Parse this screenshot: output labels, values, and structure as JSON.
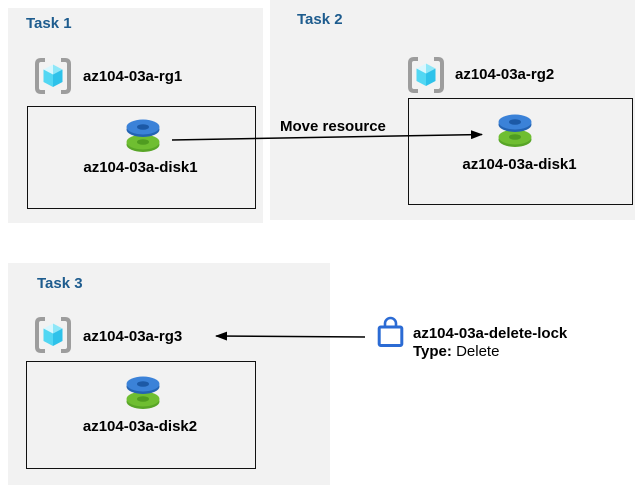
{
  "diagram": {
    "tasks": [
      {
        "title": "Task 1",
        "resource_group": "az104-03a-rg1",
        "resource": "az104-03a-disk1"
      },
      {
        "title": "Task 2",
        "resource_group": "az104-03a-rg2",
        "resource": "az104-03a-disk1"
      },
      {
        "title": "Task 3",
        "resource_group": "az104-03a-rg3",
        "resource": "az104-03a-disk2"
      }
    ],
    "move_arrow": {
      "label": "Move resource"
    },
    "lock": {
      "name": "az104-03a-delete-lock",
      "type_label": "Type:",
      "type_value": "Delete"
    }
  },
  "icons": {
    "resource_group": "resource-group-icon",
    "disk": "disk-icon",
    "lock": "lock-icon",
    "arrow": "arrow-icon"
  },
  "colors": {
    "panel_bg": "#f2f2f2",
    "task_title_blue": "#1e5c8e",
    "box_border": "#111111",
    "arrow": "#000000",
    "lock_blue": "#2b6bd4",
    "bracket_gray": "#9d9d9d",
    "cube_top_light": "#d8f7fe",
    "cube_top_mid": "#8ee7f8",
    "cube_left": "#52d7f3",
    "cube_right": "#2ec2ea",
    "disk_blue_top": "#3b82d8",
    "disk_blue_side": "#2363b2",
    "disk_blue_hole": "#1c59a6",
    "disk_green_top": "#6fbe31",
    "disk_green_side": "#58a527",
    "disk_green_hole": "#4f9c20"
  }
}
